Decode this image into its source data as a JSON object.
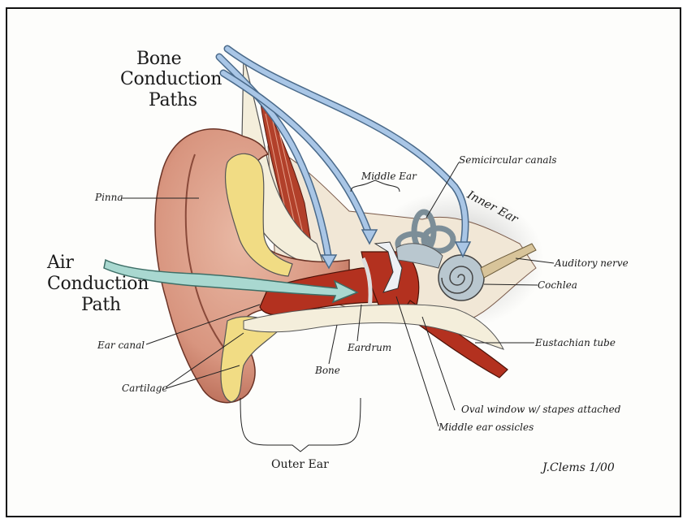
{
  "labels": {
    "bone_line1": "Bone",
    "bone_line2": "Conduction",
    "bone_line3": "Paths",
    "air_line1": "Air",
    "air_line2": "Conduction",
    "air_line3": "Path",
    "pinna": "Pinna",
    "middle_ear": "Middle Ear",
    "semicircular_canals": "Semicircular canals",
    "inner_ear": "Inner Ear",
    "auditory_nerve": "Auditory nerve",
    "cochlea": "Cochlea",
    "eustachian_tube": "Eustachian tube",
    "ear_canal": "Ear canal",
    "eardrum": "Eardrum",
    "bone": "Bone",
    "cartilage": "Cartilage",
    "oval_window": "Oval window w/ stapes attached",
    "middle_ear_ossicles": "Middle ear ossicles",
    "outer_ear": "Outer Ear",
    "signature": "J.Clems 1/00"
  },
  "colors": {
    "skin": "#d99a86",
    "skin_dark": "#b86a55",
    "cartilage": "#f1dc84",
    "bone": "#f4eedb",
    "canal": "#b3311f",
    "muscle": "#b2402a",
    "cochlea": "#b9c7cf",
    "bone_arrow": "#a9c6e6",
    "air_arrow": "#a9d8d0"
  }
}
